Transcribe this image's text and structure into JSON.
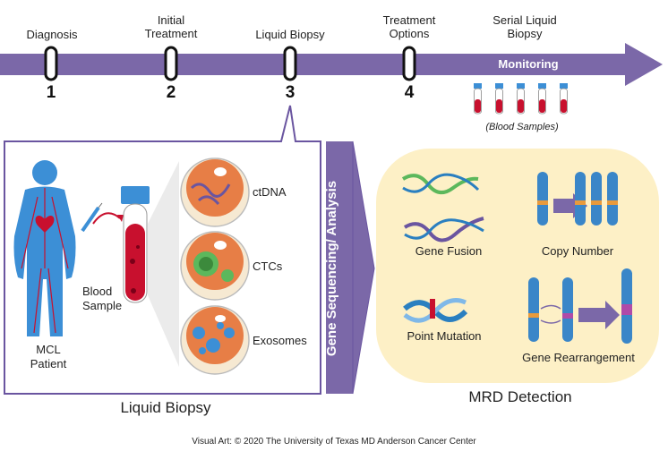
{
  "timeline": {
    "steps": [
      {
        "label": "Diagnosis",
        "number": "1"
      },
      {
        "label": "Initial\nTreatment",
        "number": "2"
      },
      {
        "label": "Liquid Biopsy",
        "number": "3"
      },
      {
        "label": "Treatment\nOptions",
        "number": "4"
      },
      {
        "label": "Serial Liquid\nBiopsy",
        "number": ""
      }
    ],
    "monitoring_label": "Monitoring",
    "blood_samples_label": "(Blood Samples)"
  },
  "liquid_biopsy": {
    "patient_label_1": "MCL",
    "patient_label_2": "Patient",
    "blood_sample_label_1": "Blood",
    "blood_sample_label_2": "Sample",
    "components": [
      "ctDNA",
      "CTCs",
      "Exosomes"
    ],
    "title": "Liquid Biopsy"
  },
  "analysis": {
    "label": "Gene Sequencing/ Analysis"
  },
  "mrd": {
    "items": [
      "Gene Fusion",
      "Copy Number",
      "Point Mutation",
      "Gene Rearrangement"
    ],
    "title": "MRD Detection"
  },
  "credit": "Visual Art: © 2020 The University of Texas MD Anderson Cancer Center",
  "colors": {
    "arrow": "#7b68a8",
    "purple_dark": "#6a55a0",
    "mrd_bg": "#fdf0c6",
    "blood_red": "#c8102e",
    "cap_blue": "#3c8fd6",
    "chromosome_blue": "#3a86c8"
  }
}
